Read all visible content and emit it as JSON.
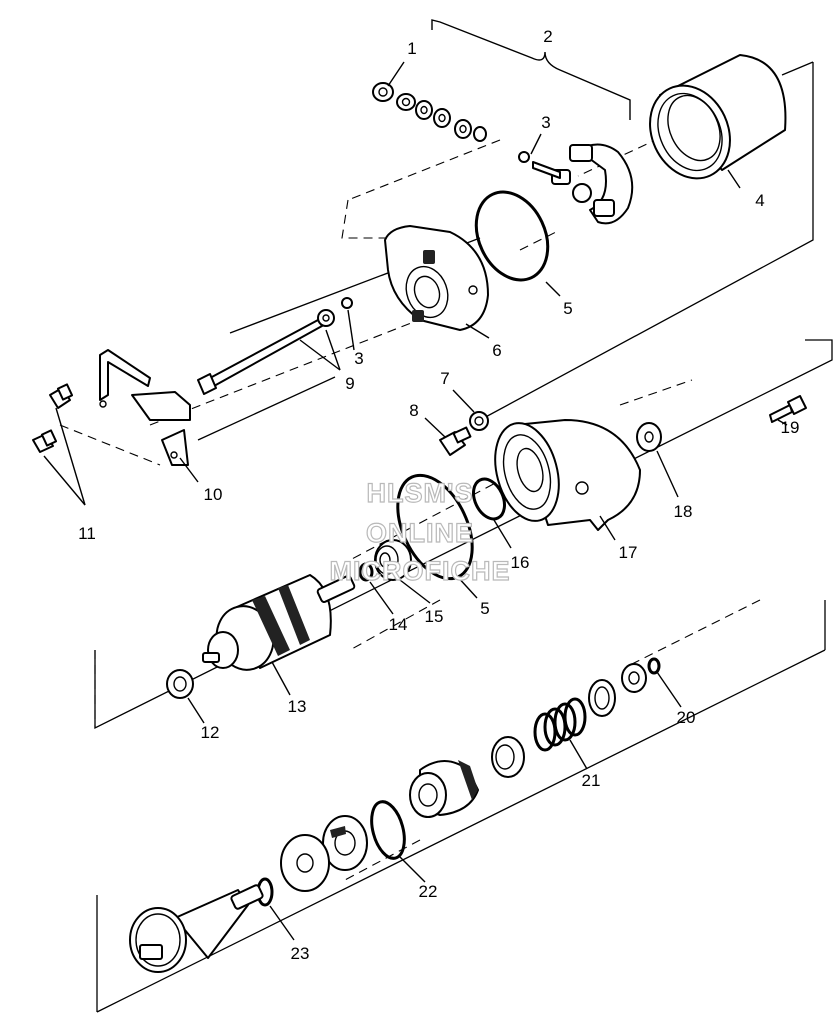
{
  "watermark": {
    "lines": [
      "HLSM'S",
      "ONLINE",
      "MICROFICHE"
    ]
  },
  "callouts": [
    "1",
    "2",
    "3",
    "4",
    "3",
    "5",
    "6",
    "9",
    "7",
    "8",
    "10",
    "11",
    "19",
    "18",
    "17",
    "16",
    "5",
    "15",
    "14",
    "12",
    "13",
    "20",
    "21",
    "22",
    "23"
  ],
  "colors": {
    "ink": "#000000",
    "paper": "#ffffff",
    "watermark_outline": "#b9b9b9"
  }
}
